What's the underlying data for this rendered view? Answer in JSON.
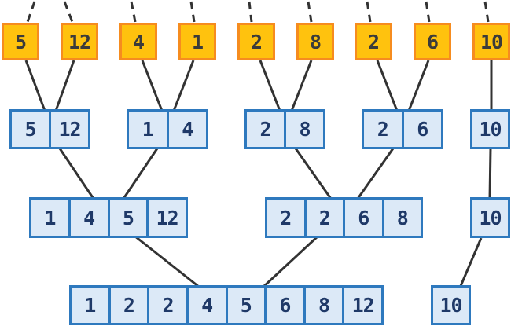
{
  "diagram_kind": "merge-sort-tree",
  "colors": {
    "orange_fill": "#FFC20E",
    "orange_border": "#F68C1F",
    "blue_fill": "#DCE9F7",
    "blue_border": "#2E79BE",
    "digit_dark": "#3B3B3B",
    "digit_navy": "#1F3968",
    "line": "#333333"
  },
  "levels": {
    "input": {
      "values": [
        "5",
        "12",
        "4",
        "1",
        "2",
        "8",
        "2",
        "6",
        "10"
      ]
    },
    "pairs": [
      {
        "values": [
          "5",
          "12"
        ]
      },
      {
        "values": [
          "1",
          "4"
        ]
      },
      {
        "values": [
          "2",
          "8"
        ]
      },
      {
        "values": [
          "2",
          "6"
        ]
      },
      {
        "values": [
          "10"
        ]
      }
    ],
    "quads": [
      {
        "values": [
          "1",
          "4",
          "5",
          "12"
        ]
      },
      {
        "values": [
          "2",
          "2",
          "6",
          "8"
        ]
      },
      {
        "values": [
          "10"
        ]
      }
    ],
    "merged": [
      {
        "values": [
          "1",
          "2",
          "2",
          "4",
          "5",
          "6",
          "8",
          "12"
        ]
      },
      {
        "values": [
          "10"
        ]
      }
    ]
  }
}
